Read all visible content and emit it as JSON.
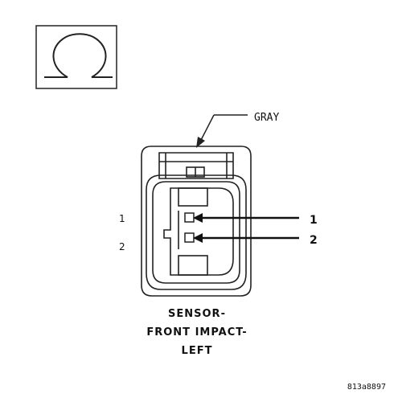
{
  "wire_color_label": "GRAY",
  "pin_labels": [
    "1",
    "2"
  ],
  "callout_labels": [
    "1",
    "2"
  ],
  "component_name": {
    "line1": "SENSOR-",
    "line2": "FRONT IMPACT-",
    "line3": "LEFT"
  },
  "figure_ref": "813a8897",
  "icon": "omega-view-icon"
}
